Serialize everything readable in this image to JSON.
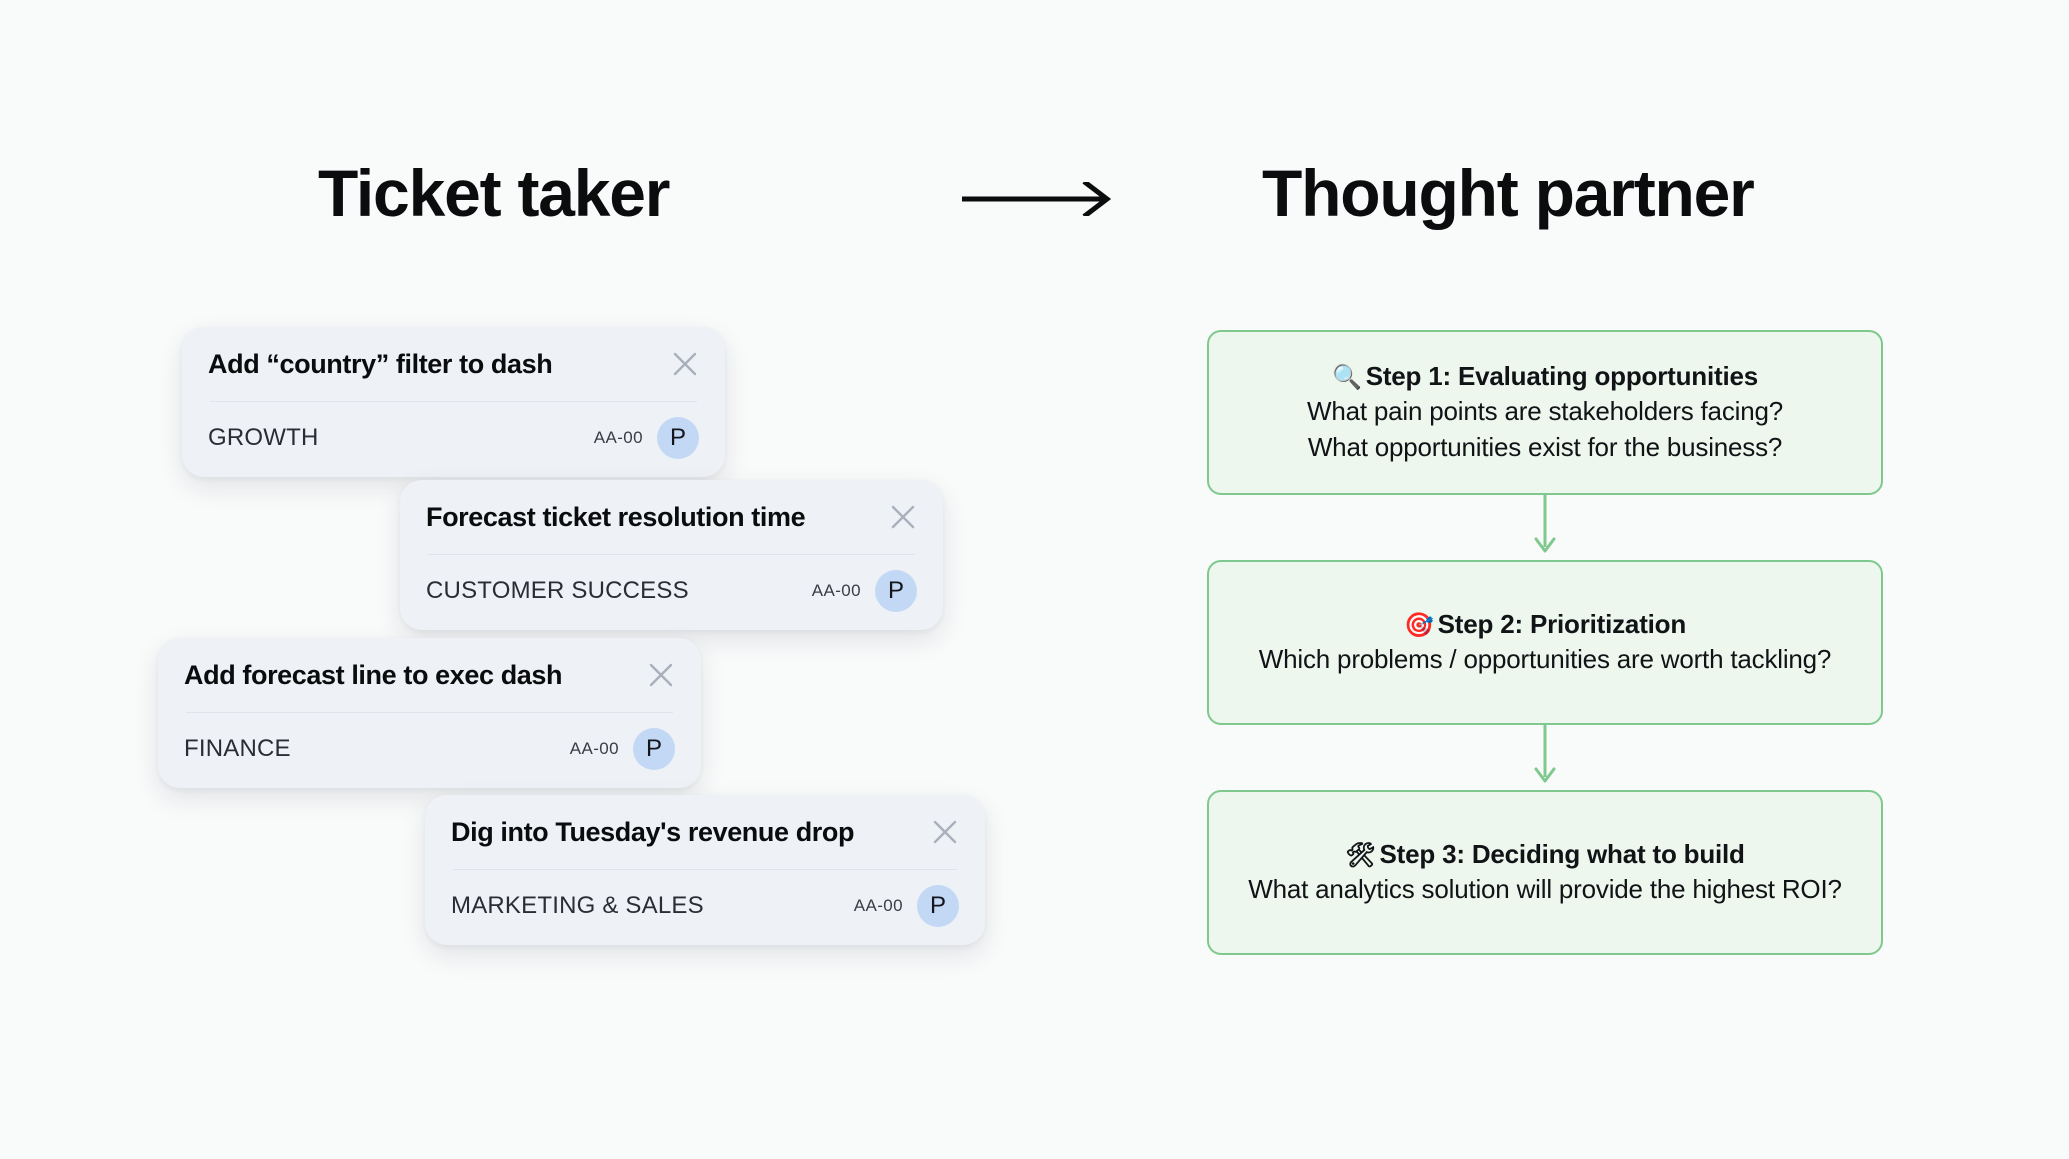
{
  "background_color": "#f9fafa",
  "headings": {
    "left_title": "Ticket taker",
    "right_title": "Thought partner",
    "arrow_icon": "long-right-arrow-icon"
  },
  "tickets": {
    "close_icon": "close-icon",
    "items": [
      {
        "title": "Add “country” filter to dash",
        "team": "GROWTH",
        "code": "AA-00",
        "avatar_initial": "P"
      },
      {
        "title": "Forecast ticket resolution time",
        "team": "CUSTOMER SUCCESS",
        "code": "AA-00",
        "avatar_initial": "P"
      },
      {
        "title": "Add forecast line to exec dash",
        "team": "FINANCE",
        "code": "AA-00",
        "avatar_initial": "P"
      },
      {
        "title": "Dig into Tuesday's revenue drop",
        "team": "MARKETING & SALES",
        "code": "AA-00",
        "avatar_initial": "P"
      }
    ],
    "card_color": "#eef1f6",
    "avatar_color": "#c2d8f5"
  },
  "steps": {
    "border_color": "#7fc98f",
    "fill_color": "#edf7ed",
    "connector_icon": "down-arrow-connector-icon",
    "items": [
      {
        "emoji": "🔍",
        "emoji_name": "magnifying-glass-icon",
        "heading": "Step 1: Evaluating opportunities",
        "lines": [
          "What pain points are stakeholders facing?",
          "What opportunities exist for the business?"
        ]
      },
      {
        "emoji": "🎯",
        "emoji_name": "dart-target-icon",
        "heading": "Step 2: Prioritization",
        "lines": [
          "Which problems / opportunities are worth tackling?"
        ]
      },
      {
        "emoji": "🛠",
        "emoji_name": "hammer-and-wrench-icon",
        "heading": "Step 3: Deciding what to build",
        "lines": [
          "What analytics solution will provide the highest ROI?"
        ]
      }
    ]
  }
}
